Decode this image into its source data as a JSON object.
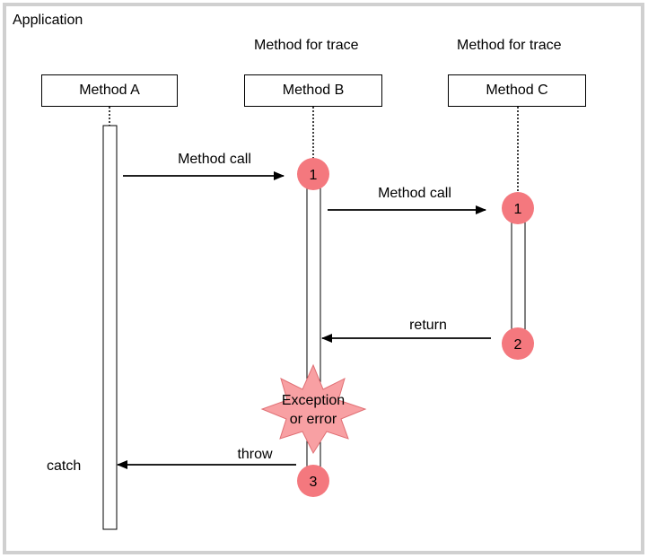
{
  "frame_label": "Application",
  "trace_labels": [
    "Method for trace",
    "Method for trace"
  ],
  "lifelines": [
    {
      "name": "Method A"
    },
    {
      "name": "Method B"
    },
    {
      "name": "Method C"
    }
  ],
  "messages": {
    "call_1": "Method call",
    "call_2": "Method call",
    "return": "return",
    "throw": "throw",
    "catch": "catch"
  },
  "markers": {
    "b_call": "1",
    "c_call": "1",
    "c_return": "2",
    "b_throw": "3"
  },
  "exception": {
    "line1": "Exception",
    "line2": "or error"
  },
  "colors": {
    "marker": "#f4787e",
    "starburst": "#f8a0a3",
    "frame": "#d0d0d0"
  }
}
